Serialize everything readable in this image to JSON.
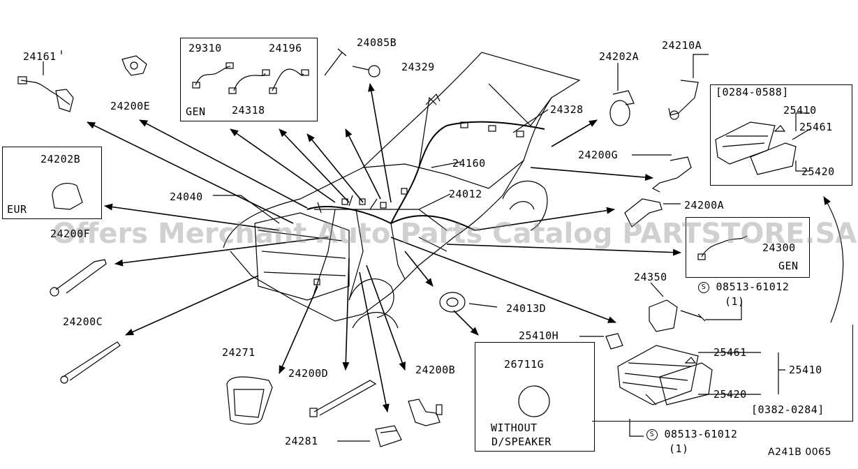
{
  "diagram": {
    "code": "A241B 0065",
    "watermark": "Offers Merchant Auto Parts Catalog PARTSTORE.SA"
  },
  "parts": {
    "p24161": "24161",
    "p24200E": "24200E",
    "p29310": "29310",
    "p24196": "24196",
    "p24318": "24318",
    "gen_top": "GEN",
    "p24085B": "24085B",
    "p24329": "24329",
    "p24202A": "24202A",
    "p24210A": "24210A",
    "p24328": "24328",
    "p24202B": "24202B",
    "eur": "EUR",
    "p24160": "24160",
    "p24200G": "24200G",
    "p24040": "24040",
    "p24012": "24012",
    "p24200A": "24200A",
    "p24200F": "24200F",
    "p24300": "24300",
    "gen_right": "GEN",
    "p24350": "24350",
    "s_top": "08513-61012",
    "qty_top": "(1)",
    "p24013D": "24013D",
    "p24200C": "24200C",
    "p25410H": "25410H",
    "p24271": "24271",
    "p26711G": "26711G",
    "without": "WITHOUT",
    "dspeaker": "D/SPEAKER",
    "p24200D": "24200D",
    "p24200B": "24200B",
    "p24281": "24281",
    "p25461_low": "25461",
    "p25410_low": "25410",
    "p25420_low": "25420",
    "range_low": "[0382-0284]",
    "s_bottom": "08513-61012",
    "qty_bottom": "(1)",
    "range_top": "[0284-0588]",
    "p25410_top": "25410",
    "p25461_top": "25461",
    "p25420_top": "25420"
  }
}
